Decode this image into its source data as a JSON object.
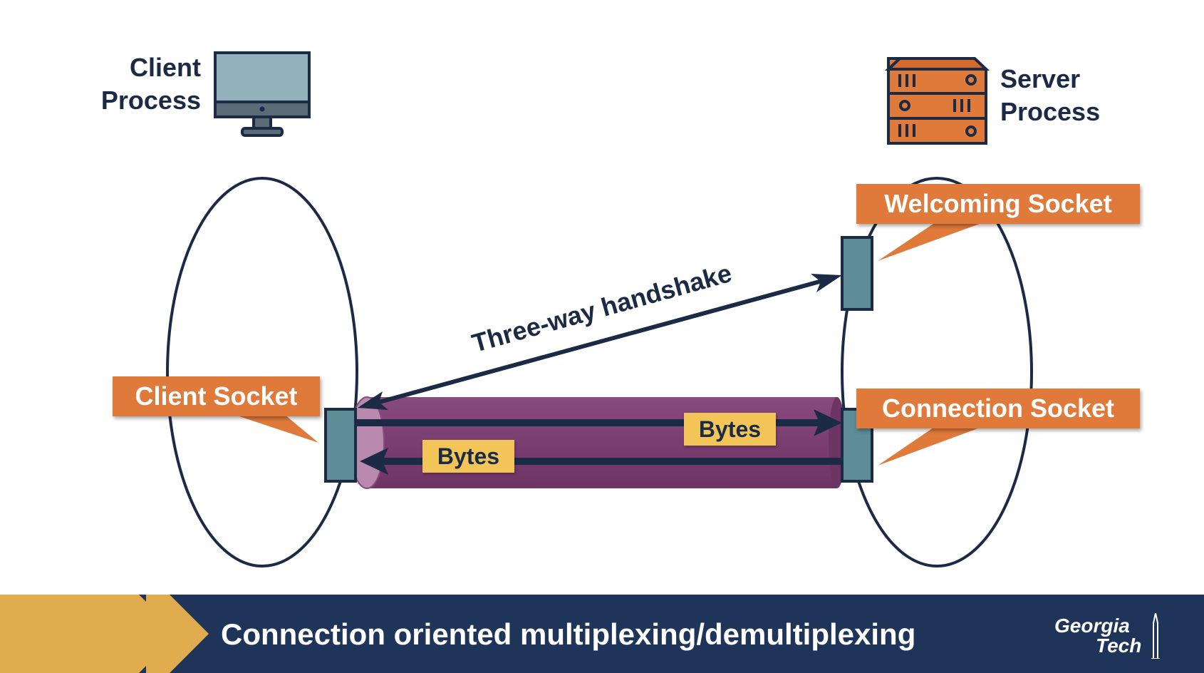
{
  "client": {
    "label_line1": "Client",
    "label_line2": "Process"
  },
  "server": {
    "label_line1": "Server",
    "label_line2": "Process"
  },
  "callouts": {
    "welcoming": "Welcoming Socket",
    "client_socket": "Client Socket",
    "connection": "Connection Socket"
  },
  "handshake_label": "Three-way handshake",
  "bytes_right": "Bytes",
  "bytes_left": "Bytes",
  "footer": {
    "title": "Connection oriented multiplexing/demultiplexing",
    "logo_line1": "Georgia",
    "logo_line2": "Tech"
  },
  "colors": {
    "navy": "#1f3459",
    "orange": "#e07a3b",
    "gold": "#e0ac4e",
    "pipe": "#7a3e70",
    "socket": "#5e8c97",
    "monitor": "#92b1bb"
  }
}
